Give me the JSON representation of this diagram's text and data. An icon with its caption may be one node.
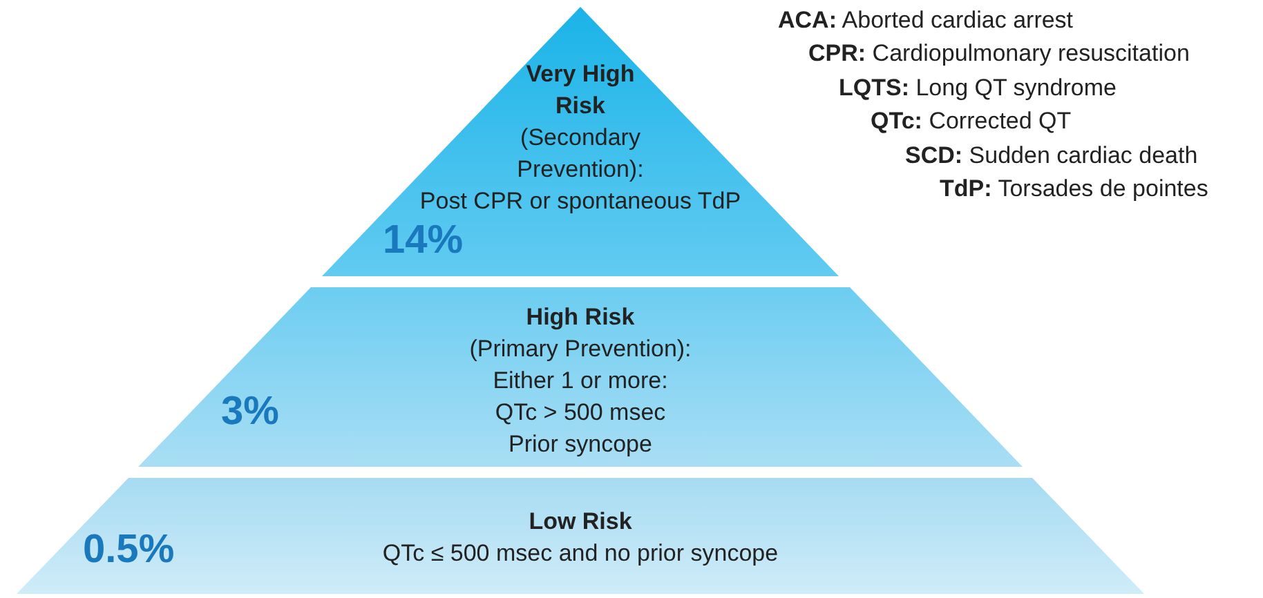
{
  "diagram": {
    "nodes": [
      {
        "text": [
          "Very High Risk",
          "(Secondary Prevention):",
          "Post CPR or spontaneous TdP",
          "14%"
        ]
      },
      {
        "text": [
          "High Risk",
          "(Primary Prevention):",
          "Either 1 or more:",
          "3%",
          "QTc > 500 msec",
          "Prior syncope"
        ]
      },
      {
        "text": [
          "Low Risk",
          "0.5%",
          "QTc ≤ 500 msec and no prior syncope"
        ]
      }
    ],
    "labels": [
      "**ACA:** Aborted cardiac arrest",
      "**CPR:** Cardiopulmonary resuscitation",
      "**LQTS:** Long QT syndrome",
      "**QTc:** Corrected QT",
      "**SCD:** Sudden cardiac death",
      "**TdP:** Torsades de pointes"
    ]
  }
}
